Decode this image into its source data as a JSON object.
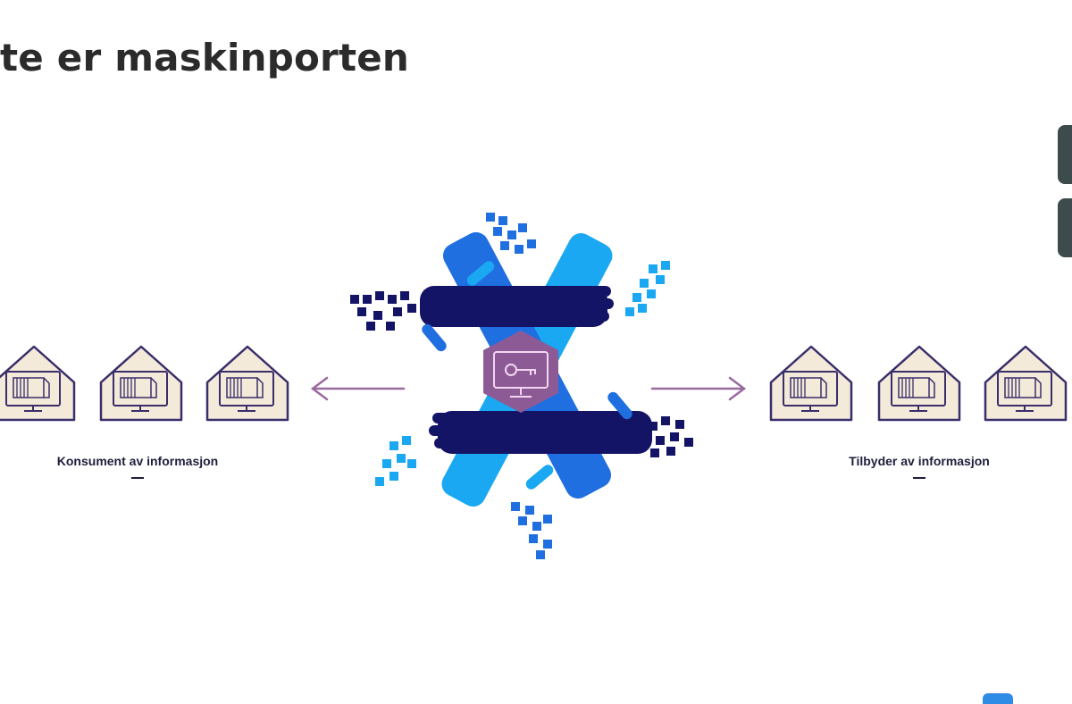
{
  "slide": {
    "title": "te er maskinporten"
  },
  "diagram": {
    "left_group": {
      "label": "Konsument av informasjon",
      "building_count": 3
    },
    "right_group": {
      "label": "Tilbyder av informasjon",
      "building_count": 3
    },
    "center": {
      "icon": "key-monitor-icon",
      "description_icon": "interlocking-hands-logo"
    },
    "colors": {
      "title_text": "#2b2b2b",
      "building_fill": "#f3ead9",
      "building_stroke": "#3a2e6b",
      "arrow": "#9a6a9e",
      "hex_center": "#8c5b96",
      "dark_navy": "#141467",
      "mid_blue": "#1f6fe0",
      "light_blue": "#1aa8f2"
    }
  }
}
